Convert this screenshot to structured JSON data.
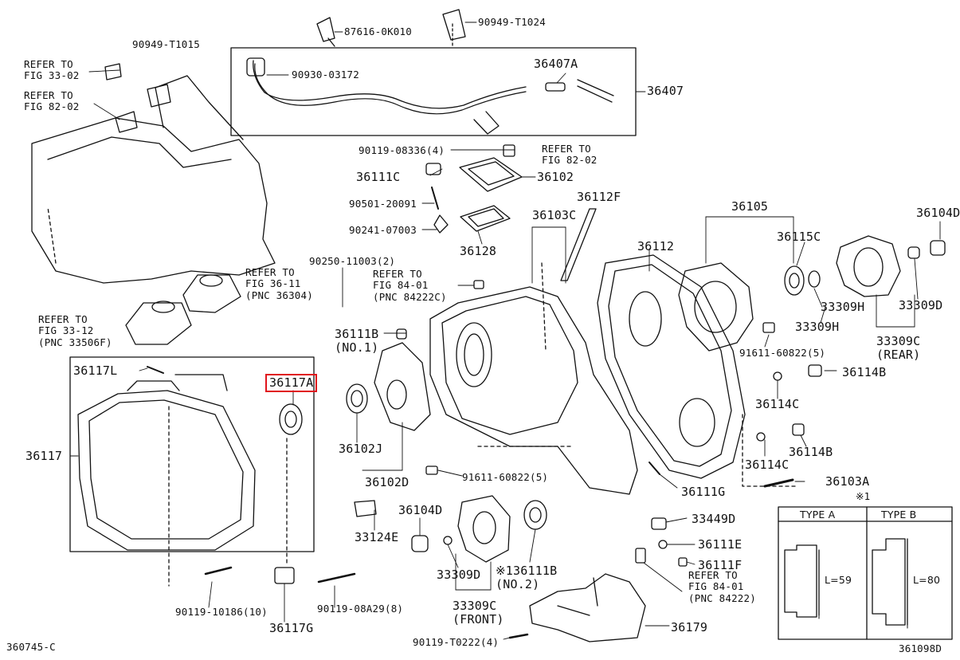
{
  "diagram": {
    "highlight_color": "#e0141c",
    "labels": {
      "p90949T1015": "90949-T1015",
      "refer_fig33_02": "REFER TO\nFIG 33-02",
      "refer_fig82_02a": "REFER TO\nFIG 82-02",
      "p87616": "87616-0K010",
      "p90949T1024": "90949-T1024",
      "p90930": "90930-03172",
      "p36407A": "36407A",
      "p36407": "36407",
      "p90119_08336": "90119-08336(4)",
      "refer_fig82_02b": "REFER TO\nFIG 82-02",
      "p36111C": "36111C",
      "p36102": "36102",
      "p36112F": "36112F",
      "p90501": "90501-20091",
      "p90241": "90241-07003",
      "p36103C": "36103C",
      "p36105": "36105",
      "p36104D_top": "36104D",
      "p36128": "36128",
      "p36112": "36112",
      "p36115C": "36115C",
      "p90250": "90250-11003(2)",
      "refer_fig36_11": "REFER TO\nFIG 36-11\n(PNC 36304)",
      "refer_fig84_01a": "REFER TO\nFIG 84-01\n(PNC 84222C)",
      "p33309H_a": "33309H",
      "p33309D_top": "33309D",
      "refer_fig33_12": "REFER TO\nFIG 33-12\n(PNC 33506F)",
      "p33309H_b": "33309H",
      "p33309C_rear": "33309C\n(REAR)",
      "p36111B_no1": "36111B\n(NO.1)",
      "p91611_a": "91611-60822(5)",
      "p36117L": "36117L",
      "p36117A": "36117A",
      "p36114B_a": "36114B",
      "p36114C_a": "36114C",
      "p36117": "36117",
      "p36102J": "36102J",
      "p36114C_b": "36114C",
      "p36114B_b": "36114B",
      "p36102D": "36102D",
      "p91611_b": "91611-60822(5)",
      "p36111G": "36111G",
      "p36103A": "36103A",
      "note_mark": "※1",
      "p36104D_bot": "36104D",
      "p33124E": "33124E",
      "p33449D": "33449D",
      "type_a": "TYPE A",
      "type_b": "TYPE B",
      "p36111E": "36111E",
      "p36111F": "36111F",
      "l59": "L=59",
      "l80": "L=80",
      "p33309D_bot": "33309D",
      "p36111B_no2": "※136111B\n(NO.2)",
      "refer_fig84_01b": "REFER TO\nFIG 84-01\n(PNC 84222)",
      "p90119_10186": "90119-10186(10)",
      "p90119_08A29": "90119-08A29(8)",
      "p33309C_front": "33309C\n(FRONT)",
      "p36117G": "36117G",
      "p36179": "36179",
      "p90119_T0222": "90119-T0222(4)",
      "code_left": "360745-C",
      "code_right": "361098D"
    }
  }
}
